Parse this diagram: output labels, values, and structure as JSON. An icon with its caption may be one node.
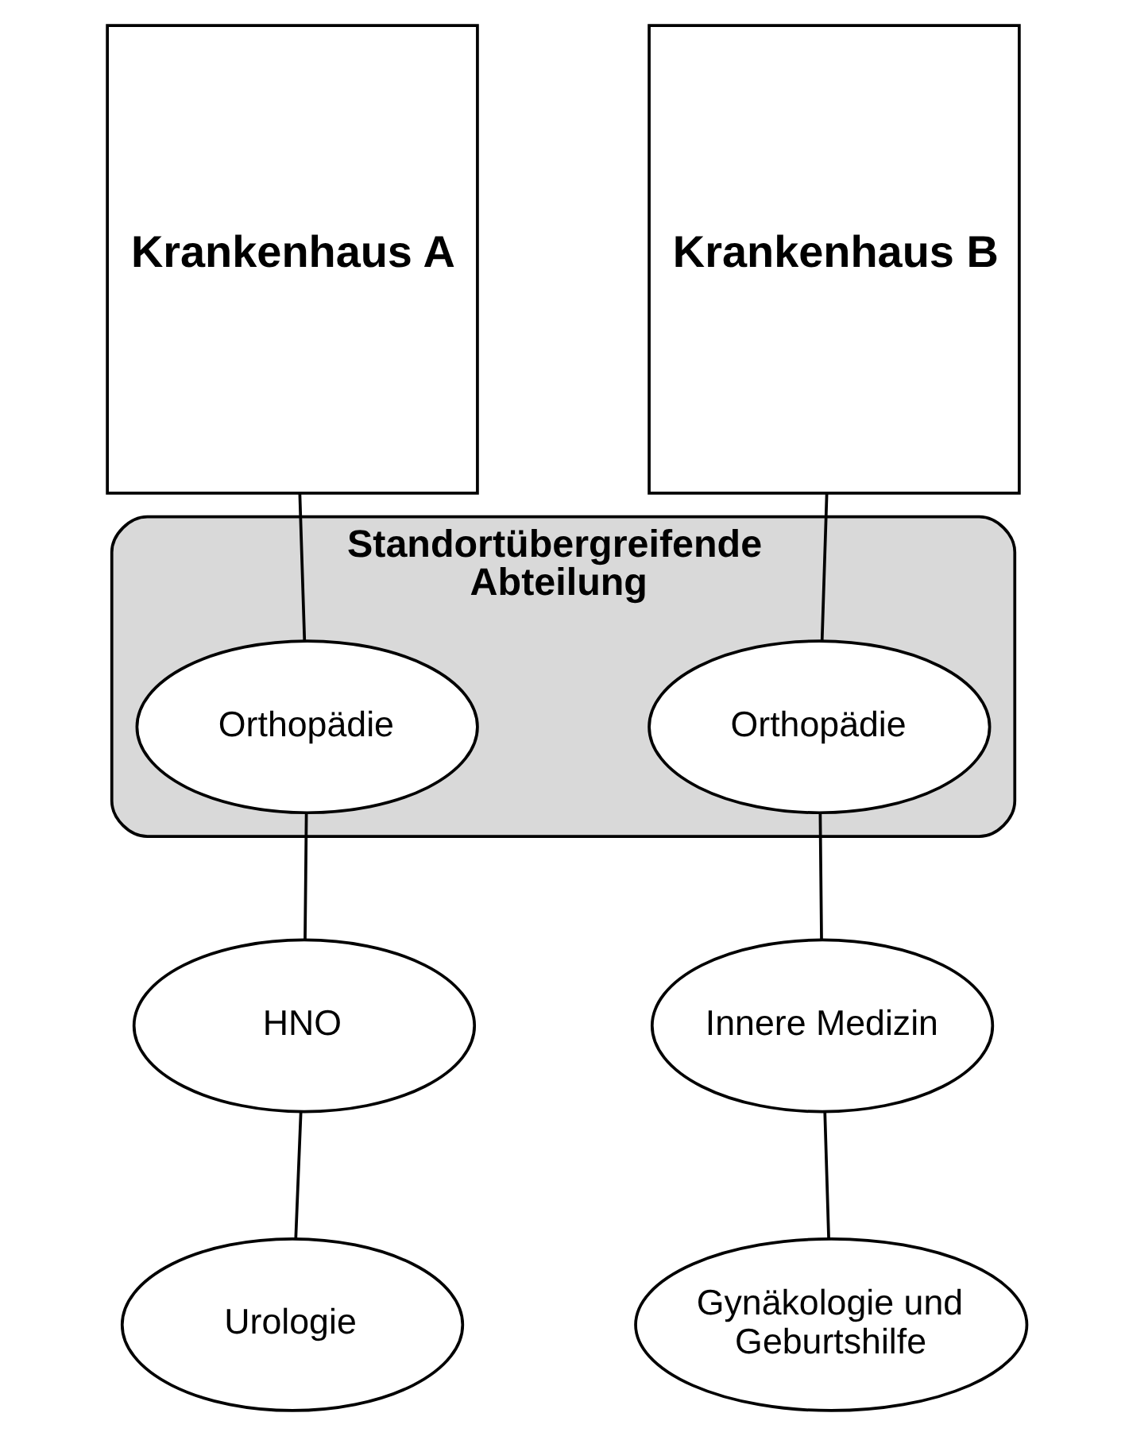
{
  "diagram": {
    "nodes": [
      {
        "text": [
          "Krankenhaus A"
        ]
      },
      {
        "text": [
          "Krankenhaus B"
        ]
      },
      {
        "text": [
          "Standortübergreifende Abteilung"
        ]
      },
      {
        "text": [
          "Orthopädie"
        ],
        "in": 2
      },
      {
        "text": [
          "Orthopädie"
        ],
        "in": 2
      },
      {
        "text": [
          "HNO"
        ]
      },
      {
        "text": [
          "Innere Medizin"
        ]
      },
      {
        "text": [
          "Urologie"
        ]
      },
      {
        "text": [
          "Gynäkologie und Geburtshilfe"
        ]
      }
    ],
    "edges": [
      {
        "from": 0,
        "to": 3,
        "arrow": "none"
      },
      {
        "from": 1,
        "to": 4,
        "arrow": "none"
      },
      {
        "from": 3,
        "to": 5,
        "arrow": "none"
      },
      {
        "from": 4,
        "to": 6,
        "arrow": "none"
      },
      {
        "from": 5,
        "to": 7,
        "arrow": "none"
      },
      {
        "from": 6,
        "to": 8,
        "arrow": "none"
      }
    ]
  }
}
